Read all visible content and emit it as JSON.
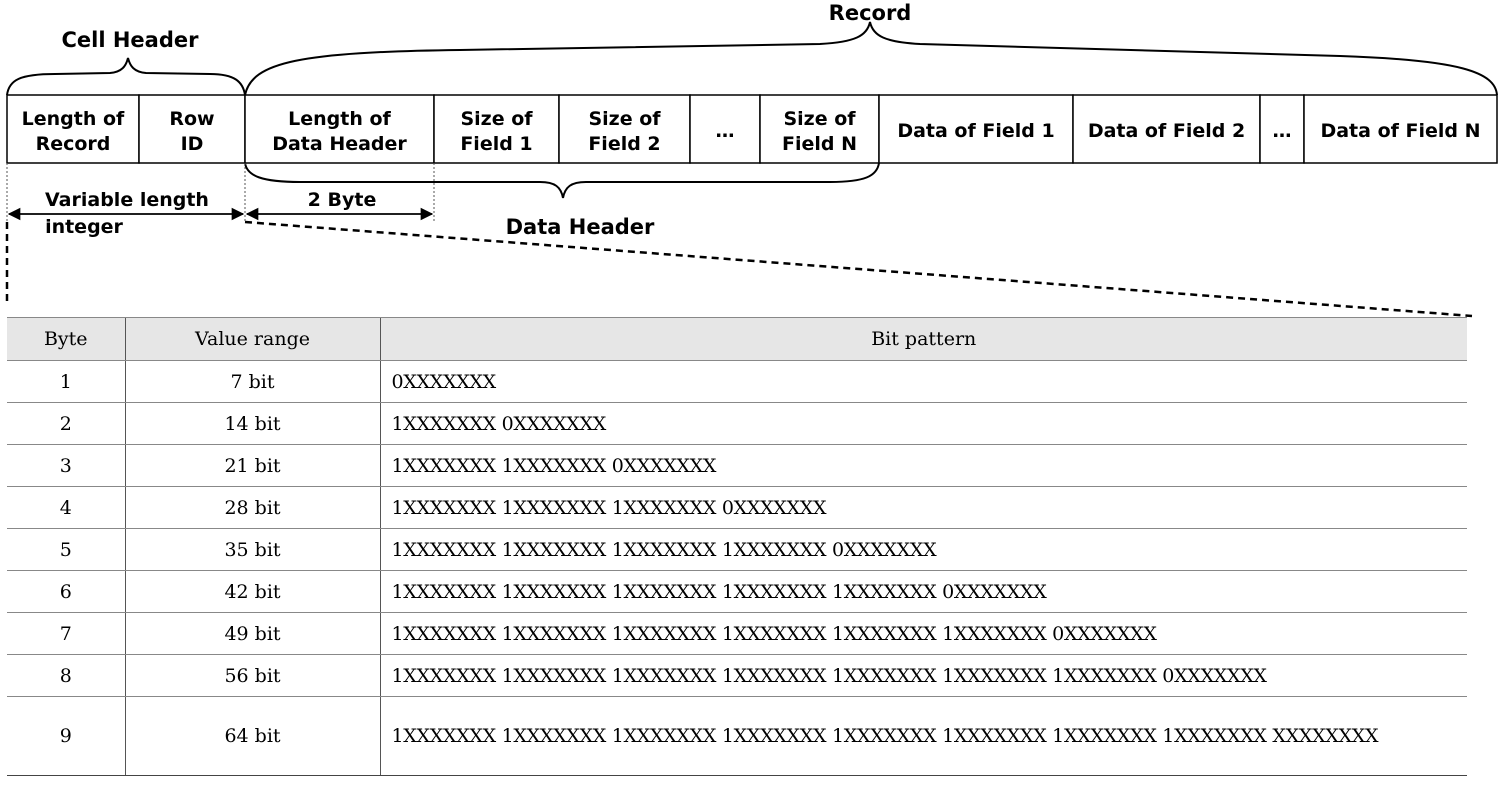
{
  "diagram": {
    "record_label": "Record",
    "cell_header_label": "Cell Header",
    "data_header_label": "Data Header",
    "cells": [
      {
        "id": "length-of-record",
        "lines": [
          "Length of",
          "Record"
        ]
      },
      {
        "id": "row-id",
        "lines": [
          "Row",
          "ID"
        ]
      },
      {
        "id": "length-of-data-header",
        "lines": [
          "Length of",
          "Data Header"
        ]
      },
      {
        "id": "size-of-field-1",
        "lines": [
          "Size of",
          "Field 1"
        ]
      },
      {
        "id": "size-of-field-2",
        "lines": [
          "Size of",
          "Field 2"
        ]
      },
      {
        "id": "ellipsis-1",
        "lines": [
          "…"
        ]
      },
      {
        "id": "size-of-field-n",
        "lines": [
          "Size of",
          "Field N"
        ]
      },
      {
        "id": "data-of-field-1",
        "lines": [
          "Data of Field 1"
        ]
      },
      {
        "id": "data-of-field-2",
        "lines": [
          "Data of Field 2"
        ]
      },
      {
        "id": "ellipsis-2",
        "lines": [
          "…"
        ]
      },
      {
        "id": "data-of-field-n",
        "lines": [
          "Data of Field N"
        ]
      }
    ],
    "varint_label_lines": [
      "Variable length",
      "integer"
    ],
    "two_byte_label": "2 Byte"
  },
  "table": {
    "headers": [
      "Byte",
      "Value range",
      "Bit pattern"
    ],
    "rows": [
      {
        "byte": "1",
        "range": "7 bit",
        "pattern": "0XXXXXXX"
      },
      {
        "byte": "2",
        "range": "14 bit",
        "pattern": "1XXXXXXX 0XXXXXXX"
      },
      {
        "byte": "3",
        "range": "21 bit",
        "pattern": "1XXXXXXX 1XXXXXXX 0XXXXXXX"
      },
      {
        "byte": "4",
        "range": "28 bit",
        "pattern": "1XXXXXXX 1XXXXXXX 1XXXXXXX 0XXXXXXX"
      },
      {
        "byte": "5",
        "range": "35 bit",
        "pattern": "1XXXXXXX 1XXXXXXX 1XXXXXXX 1XXXXXXX 0XXXXXXX"
      },
      {
        "byte": "6",
        "range": "42 bit",
        "pattern": "1XXXXXXX 1XXXXXXX 1XXXXXXX 1XXXXXXX 1XXXXXXX 0XXXXXXX"
      },
      {
        "byte": "7",
        "range": "49 bit",
        "pattern": "1XXXXXXX 1XXXXXXX 1XXXXXXX 1XXXXXXX 1XXXXXXX 1XXXXXXX 0XXXXXXX"
      },
      {
        "byte": "8",
        "range": "56 bit",
        "pattern": "1XXXXXXX 1XXXXXXX 1XXXXXXX 1XXXXXXX 1XXXXXXX 1XXXXXXX 1XXXXXXX 0XXXXXXX"
      },
      {
        "byte": "9",
        "range": "64 bit",
        "pattern": "1XXXXXXX 1XXXXXXX 1XXXXXXX 1XXXXXXX 1XXXXXXX 1XXXXXXX 1XXXXXXX 1XXXXXXX XXXXXXXX"
      }
    ]
  }
}
